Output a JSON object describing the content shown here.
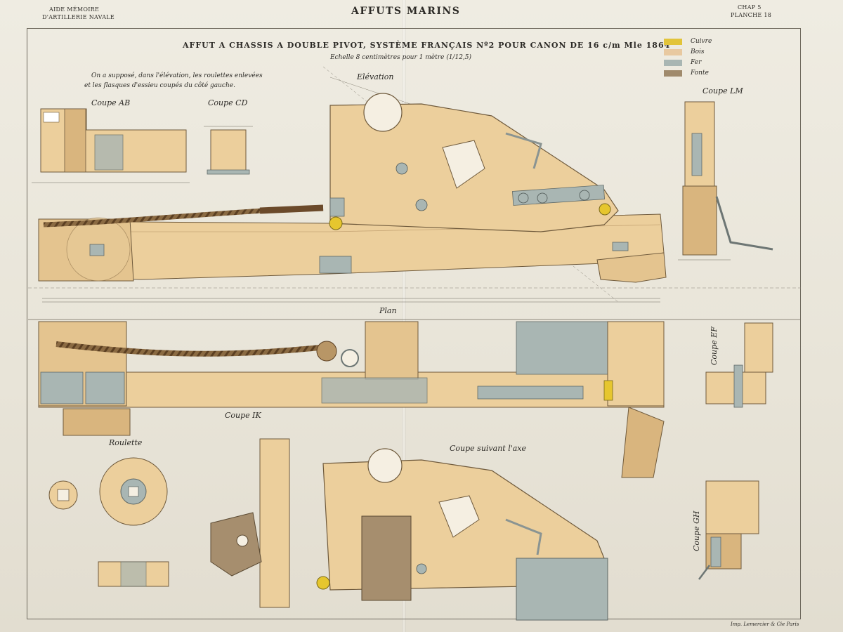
{
  "header": {
    "left_line1": "AIDE MÉMOIRE",
    "left_line2": "D'ARTILLERIE NAVALE",
    "center": "AFFUTS MARINS",
    "right_line1": "CHAP 5",
    "right_line2": "PLANCHE 18"
  },
  "plate": {
    "title": "AFFUT A CHASSIS A DOUBLE PIVOT, SYSTÈME FRANÇAIS Nº2 POUR CANON DE 16 c/m Mle 1864",
    "scale": "Echelle 8 centimètres pour 1 mètre (1/12,5)",
    "note_line1": "On a supposé, dans l'élévation, les roulettes enlevées",
    "note_line2": "et les flasques d'essieu coupés du côté gauche."
  },
  "legend": [
    {
      "label": "Cuivre",
      "color": "#e2c43a"
    },
    {
      "label": "Bois",
      "color": "#e8c9a0"
    },
    {
      "label": "Fer",
      "color": "#a9b6b3"
    },
    {
      "label": "Fonte",
      "color": "#a08a6c"
    }
  ],
  "views": {
    "elevation": "Elévation",
    "plan": "Plan",
    "coupe_ab": "Coupe AB",
    "coupe_cd": "Coupe CD",
    "coupe_lm": "Coupe LM",
    "coupe_ef": "Coupe EF",
    "coupe_ik": "Coupe IK",
    "coupe_gh": "Coupe GH",
    "coupe_axe": "Coupe suivant l'axe",
    "roulette": "Roulette"
  },
  "footer": {
    "imprint": "Imp. Lemercier & Cie Paris"
  },
  "colors": {
    "wood": "#eccf9c",
    "wood_dark": "#d9b57e",
    "iron": "#aab8b5",
    "copper": "#e6c62e",
    "cast": "#a68e6e",
    "rope": "#7a5a36",
    "ink": "#3a342b"
  }
}
